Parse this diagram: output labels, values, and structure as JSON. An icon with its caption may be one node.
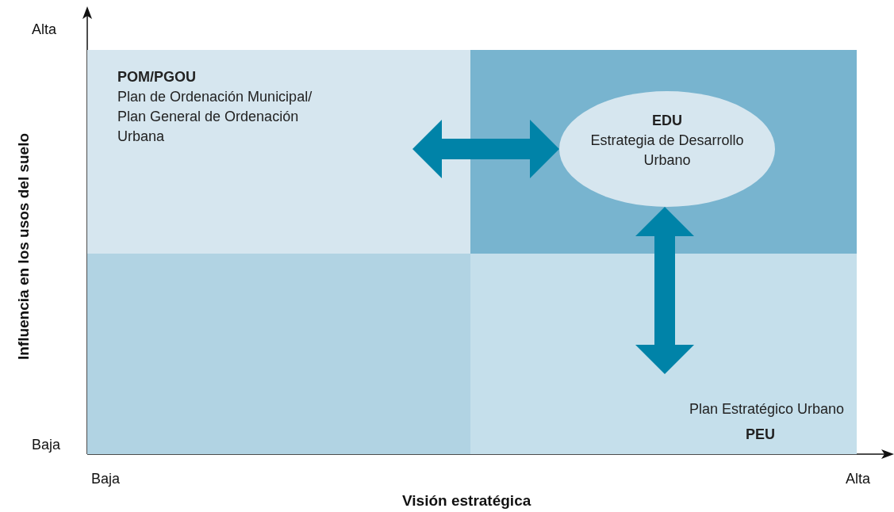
{
  "diagram": {
    "nodes": [
      {
        "text": [
          "POM/PGOU",
          "Plan de Ordenación Municipal/ Plan General de Ordenación Urbana"
        ]
      },
      {
        "text": [],
        "shape": "box"
      },
      {
        "text": [
          "EDU",
          "Estrategia de Desarrollo Urbano"
        ],
        "in": 1
      },
      {
        "text": [],
        "shape": "box"
      },
      {
        "text": [
          "Plan Estratégico Urbano",
          "PEU"
        ]
      }
    ],
    "edges": [
      {
        "from": 0,
        "to": 2,
        "arrow": "both",
        "style": "thick"
      },
      {
        "from": 2,
        "to": 4,
        "arrow": "both",
        "style": "thick"
      }
    ],
    "labels": [
      "Alta",
      "Influencia en los usos del suelo",
      "Baja",
      "Baja",
      "Alta",
      "Visión estratégica"
    ]
  }
}
